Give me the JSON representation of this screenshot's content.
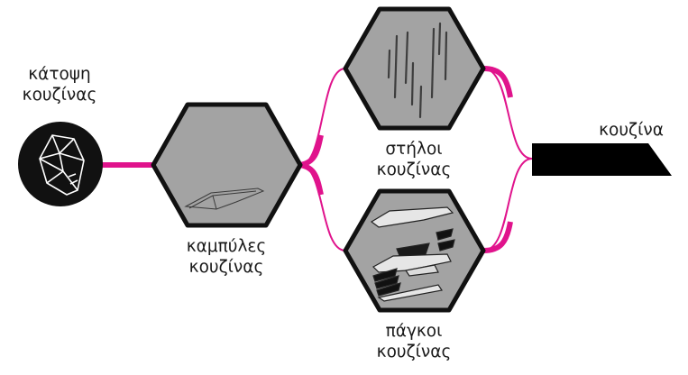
{
  "colors": {
    "connector": "#e0138c",
    "hex_fill": "#a3a3a3",
    "hex_stroke": "#111111",
    "circle_fill": "#111111",
    "output_fill": "#000000"
  },
  "nodes": {
    "input": {
      "line1": "κάτοψη",
      "line2": "κουζίνας",
      "icon": "kitchen-plan-outline-icon"
    },
    "curves": {
      "line1": "καμπύλες",
      "line2": "κουζίνας",
      "icon": "curve-outline-icon"
    },
    "columns": {
      "line1": "στήλοι",
      "line2": "κουζίνας",
      "icon": "vertical-columns-icon"
    },
    "counters": {
      "line1": "πάγκοι",
      "line2": "κουζίνας",
      "icon": "countertop-slabs-icon"
    },
    "output": {
      "label": "κουζίνα"
    }
  }
}
